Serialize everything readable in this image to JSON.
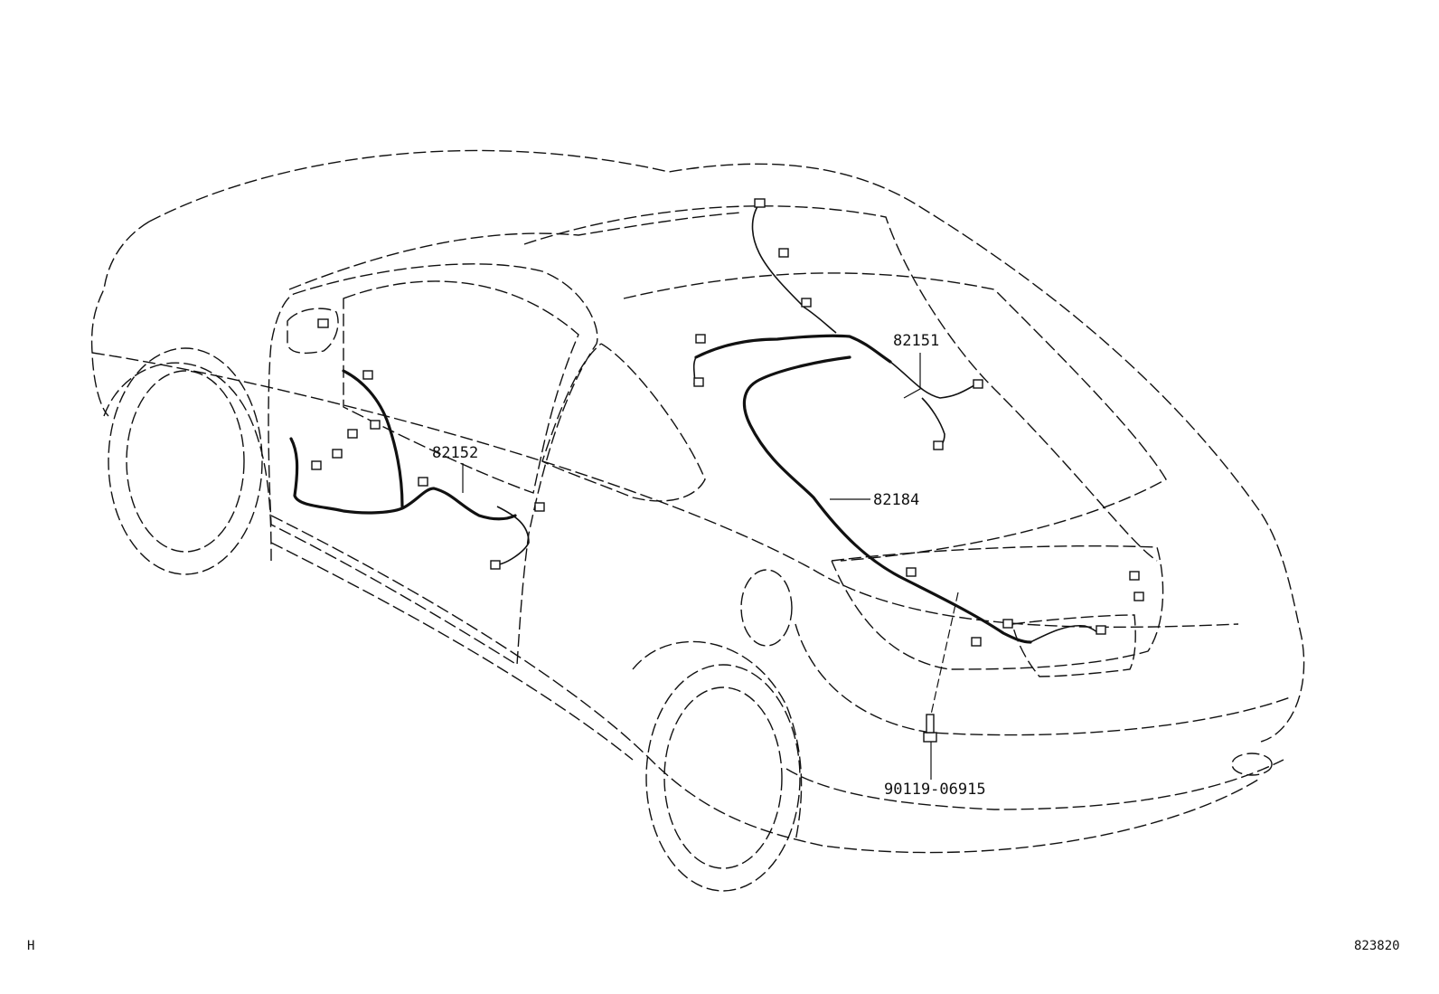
{
  "diagram": {
    "part_labels": {
      "roof_harness": "82151",
      "door_harness": "82152",
      "trunk_harness": "82184",
      "bolt": "90119-06915"
    },
    "footer": {
      "left_code": "H",
      "right_code": "823820"
    },
    "colors": {
      "line": "#111111",
      "background": "#ffffff"
    }
  }
}
